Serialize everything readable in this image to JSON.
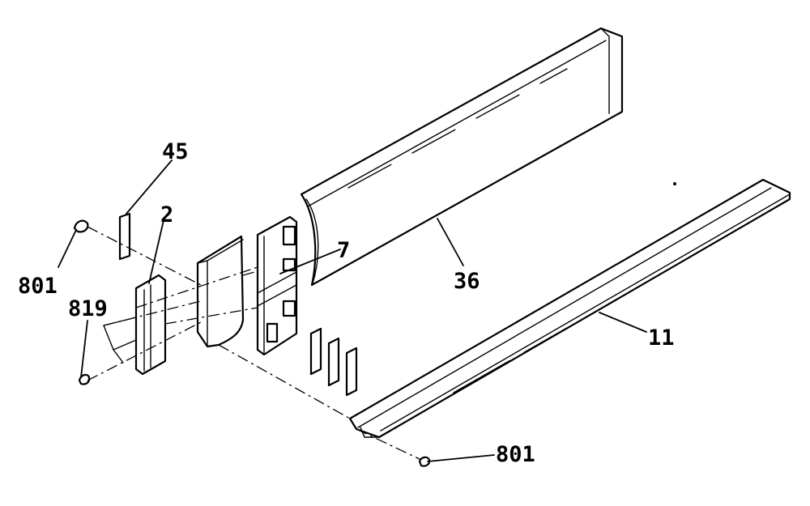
{
  "diagram": {
    "callouts": [
      {
        "id": "c45",
        "text": "45"
      },
      {
        "id": "c2",
        "text": "2"
      },
      {
        "id": "c801a",
        "text": "801"
      },
      {
        "id": "c819",
        "text": "819"
      },
      {
        "id": "c7",
        "text": "7"
      },
      {
        "id": "c36",
        "text": "36"
      },
      {
        "id": "c11",
        "text": "11"
      },
      {
        "id": "c801b",
        "text": "801"
      }
    ]
  }
}
